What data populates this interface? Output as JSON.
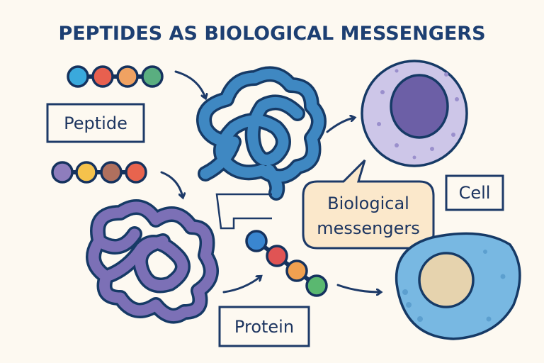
{
  "title": "PEPTIDES AS BIOLOGICAL MESSENGERS",
  "labels": {
    "peptide": "Peptide",
    "protein": "Protein",
    "cell": "Cell",
    "bubble_line1": "Biological",
    "bubble_line2": "messengers"
  },
  "colors": {
    "navy": "#1d3f72",
    "background": "#fdf9f1",
    "blue_tangle": "#3f88c2",
    "purple_tangle": "#7c70b6",
    "top_cell": "#cdc6e8",
    "top_nucleus": "#6c5fa6",
    "bottom_cell": "#78b8e2",
    "bottom_nucleus": "#e6d3ae",
    "bubble": "#fbe8cb"
  },
  "chains": [
    [
      "#3aa9dc",
      "#e8604f",
      "#f0a262",
      "#5aae80"
    ],
    [
      "#8e7dbd",
      "#f5c24c",
      "#b0705e",
      "#e8644e"
    ],
    [
      "#3a86d0",
      "#e05454",
      "#f0a050",
      "#5ab870"
    ]
  ]
}
